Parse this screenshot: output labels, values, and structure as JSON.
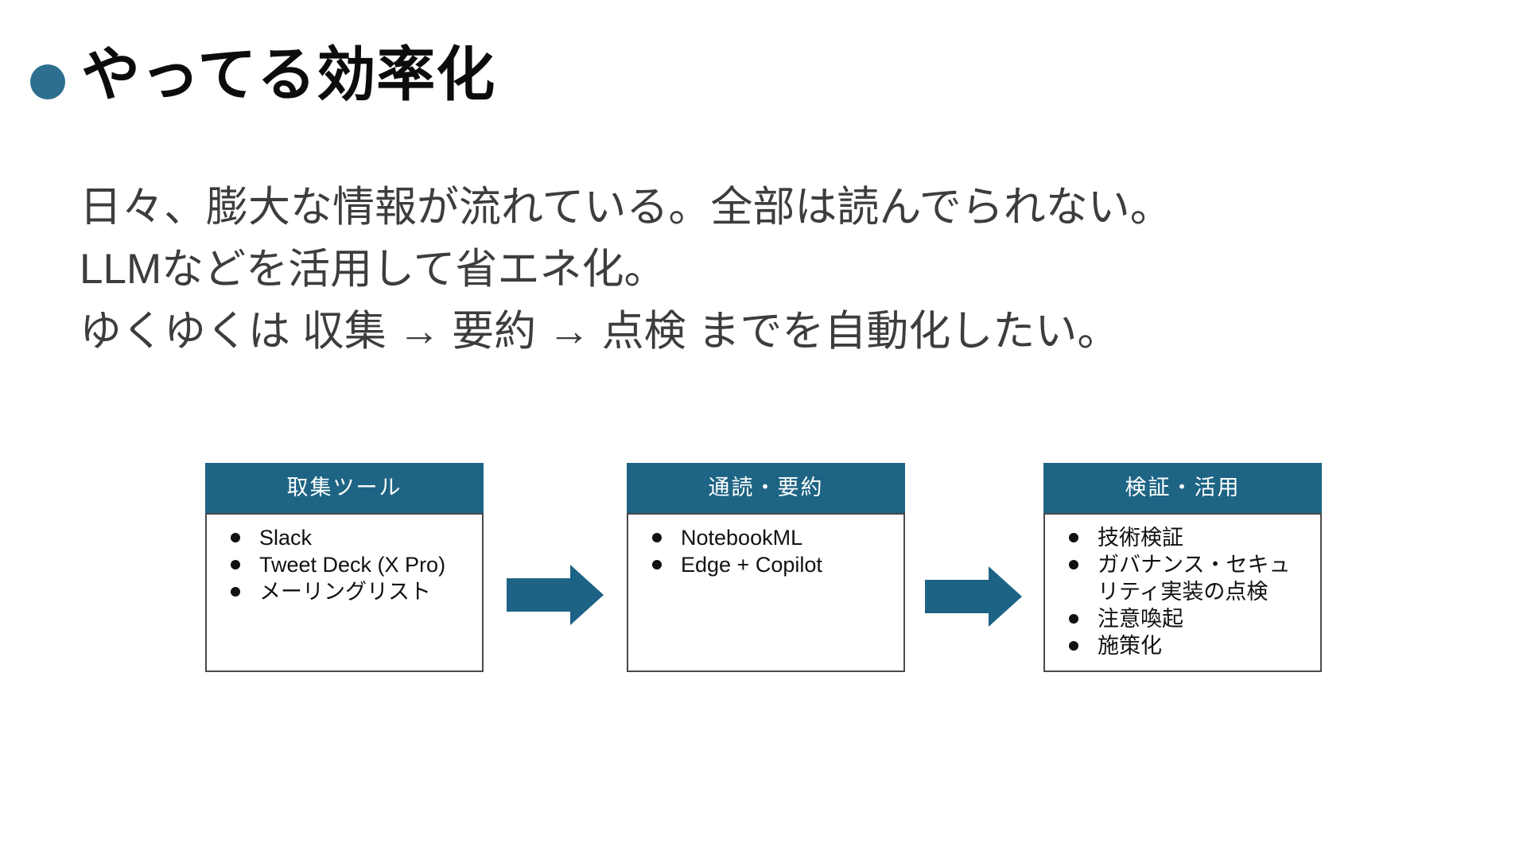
{
  "slide": {
    "title": {
      "text": "やってる効率化"
    },
    "body": {
      "lines": [
        "日々、膨大な情報が流れている。全部は読んでられない。",
        "LLMなどを活用して省エネ化。",
        "ゆくゆくは 収集 → 要約 → 点検 までを自動化したい。"
      ]
    },
    "flow": {
      "boxes": [
        {
          "header": "取集ツール",
          "items": [
            "Slack",
            "Tweet Deck (X Pro)",
            "メーリングリスト"
          ]
        },
        {
          "header": "通読・要約",
          "items": [
            "NotebookML",
            "Edge + Copilot"
          ]
        },
        {
          "header": "検証・活用",
          "items": [
            "技術検証",
            "ガバナンス・セキュリティ実装の点検",
            "注意喚起",
            "施策化"
          ]
        }
      ]
    },
    "icons": {
      "title_bullet": "filled-circle",
      "flow_arrow": "right-block-arrow",
      "item_bullet": "filled-dot"
    },
    "colors": {
      "accent_teal": "#1d6385",
      "title_bullet_teal": "#2e6f90",
      "title_text": "#0c0c0c",
      "body_text": "#3d3d3d",
      "box_border": "#4a4a4a",
      "header_text": "#ffffff",
      "item_text": "#111111",
      "background": "#ffffff"
    }
  }
}
